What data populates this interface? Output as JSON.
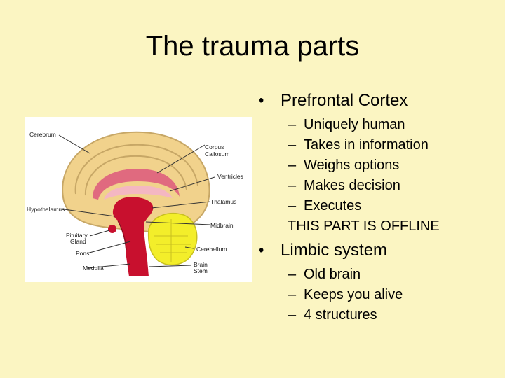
{
  "slide": {
    "title": "The trauma parts"
  },
  "figure": {
    "labels": {
      "cerebrum": "Cerebrum",
      "corpus1": "Corpus",
      "corpus2": "Callosum",
      "ventricles": "Ventricles",
      "hypothalamus": "Hypothalamus",
      "thalamus": "Thalamus",
      "midbrain": "Midbrain",
      "pituitary1": "Pituitary",
      "pituitary2": "Gland",
      "pons": "Pons",
      "cerebellum": "Cerebellum",
      "medulla": "Medulla",
      "stem1": "Brain",
      "stem2": "Stem"
    }
  },
  "bullets": {
    "prefrontal": {
      "heading": "Prefrontal Cortex",
      "items": [
        "Uniquely human",
        "Takes in information",
        "Weighs options",
        "Makes decision",
        "Executes"
      ],
      "note": "THIS PART IS OFFLINE"
    },
    "limbic": {
      "heading": "Limbic system",
      "items": [
        "Old brain",
        "Keeps you alive",
        "4 structures"
      ]
    },
    "bullet_char": "•",
    "dash_char": "–"
  },
  "colors": {
    "background": "#fbf5c2",
    "cortex": "#f1d28c",
    "corpus": "#e06a7f",
    "stem": "#c8102e",
    "cerebellum": "#f3ee2a"
  }
}
